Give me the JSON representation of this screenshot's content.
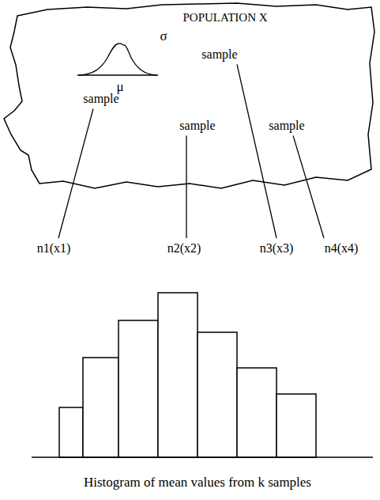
{
  "diagram": {
    "caption": "Histogram of mean values from k samples",
    "nodes": [
      {
        "text": [
          "POPULATION X"
        ]
      }
    ],
    "labels": [
      "σ",
      "μ",
      "sample",
      "sample",
      "sample",
      "sample",
      "n1(x1)",
      "n2(x2)",
      "n3(x3)",
      "n4(x4)"
    ]
  }
}
